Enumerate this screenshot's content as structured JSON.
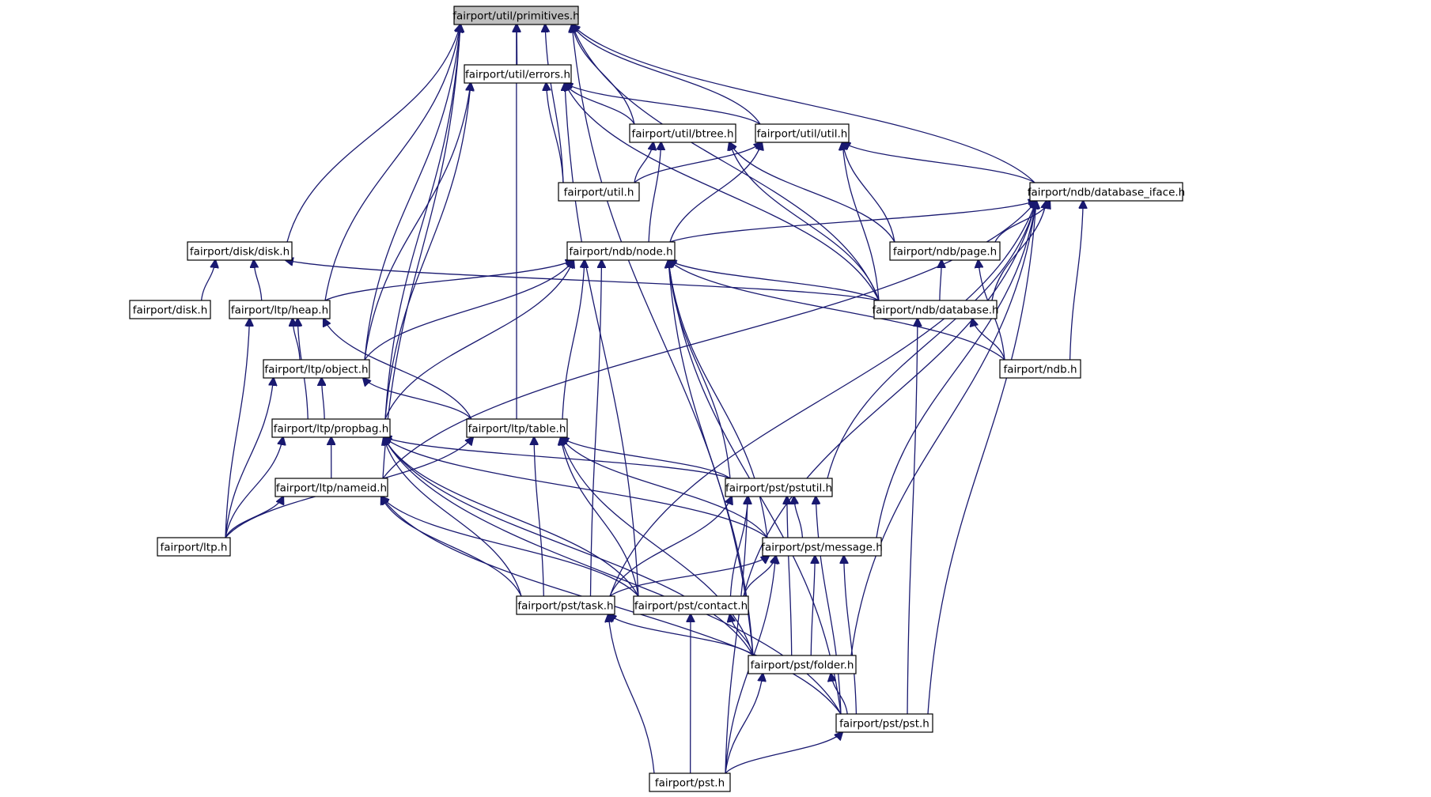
{
  "diagram": {
    "type": "include-dependency-graph",
    "edge_color": "#191970",
    "root_fill": "#bfbfbf",
    "nodes": [
      {
        "id": "primitives",
        "label": "fairport/util/primitives.h"
      },
      {
        "id": "errors",
        "label": "fairport/util/errors.h"
      },
      {
        "id": "btree",
        "label": "fairport/util/btree.h"
      },
      {
        "id": "util_h",
        "label": "fairport/util/util.h"
      },
      {
        "id": "util_top",
        "label": "fairport/util.h"
      },
      {
        "id": "database_iface",
        "label": "fairport/ndb/database_iface.h"
      },
      {
        "id": "disk_disk",
        "label": "fairport/disk/disk.h"
      },
      {
        "id": "node",
        "label": "fairport/ndb/node.h"
      },
      {
        "id": "page",
        "label": "fairport/ndb/page.h"
      },
      {
        "id": "disk_top",
        "label": "fairport/disk.h"
      },
      {
        "id": "heap",
        "label": "fairport/ltp/heap.h"
      },
      {
        "id": "database",
        "label": "fairport/ndb/database.h"
      },
      {
        "id": "object",
        "label": "fairport/ltp/object.h"
      },
      {
        "id": "ndb_top",
        "label": "fairport/ndb.h"
      },
      {
        "id": "propbag",
        "label": "fairport/ltp/propbag.h"
      },
      {
        "id": "table",
        "label": "fairport/ltp/table.h"
      },
      {
        "id": "nameid",
        "label": "fairport/ltp/nameid.h"
      },
      {
        "id": "pstutil",
        "label": "fairport/pst/pstutil.h"
      },
      {
        "id": "ltp_top",
        "label": "fairport/ltp.h"
      },
      {
        "id": "message",
        "label": "fairport/pst/message.h"
      },
      {
        "id": "task",
        "label": "fairport/pst/task.h"
      },
      {
        "id": "contact",
        "label": "fairport/pst/contact.h"
      },
      {
        "id": "folder",
        "label": "fairport/pst/folder.h"
      },
      {
        "id": "pst_h",
        "label": "fairport/pst/pst.h"
      },
      {
        "id": "pst_top",
        "label": "fairport/pst.h"
      }
    ],
    "edges": [
      [
        "errors",
        "primitives"
      ],
      [
        "btree",
        "primitives"
      ],
      [
        "util_h",
        "primitives"
      ],
      [
        "util_top",
        "primitives"
      ],
      [
        "database_iface",
        "primitives"
      ],
      [
        "disk_disk",
        "primitives"
      ],
      [
        "heap",
        "primitives"
      ],
      [
        "object",
        "primitives"
      ],
      [
        "propbag",
        "primitives"
      ],
      [
        "table",
        "primitives"
      ],
      [
        "nameid",
        "primitives"
      ],
      [
        "database",
        "primitives"
      ],
      [
        "folder",
        "primitives"
      ],
      [
        "btree",
        "errors"
      ],
      [
        "util_h",
        "errors"
      ],
      [
        "util_top",
        "errors"
      ],
      [
        "object",
        "errors"
      ],
      [
        "propbag",
        "errors"
      ],
      [
        "database",
        "errors"
      ],
      [
        "contact",
        "errors"
      ],
      [
        "util_top",
        "btree"
      ],
      [
        "node",
        "btree"
      ],
      [
        "page",
        "btree"
      ],
      [
        "database",
        "btree"
      ],
      [
        "util_top",
        "util_h"
      ],
      [
        "database_iface",
        "util_h"
      ],
      [
        "node",
        "util_h"
      ],
      [
        "page",
        "util_h"
      ],
      [
        "database",
        "util_h"
      ],
      [
        "node",
        "database_iface"
      ],
      [
        "page",
        "database_iface"
      ],
      [
        "database",
        "database_iface"
      ],
      [
        "ndb_top",
        "database_iface"
      ],
      [
        "nameid",
        "database_iface"
      ],
      [
        "pstutil",
        "database_iface"
      ],
      [
        "message",
        "database_iface"
      ],
      [
        "task",
        "database_iface"
      ],
      [
        "contact",
        "database_iface"
      ],
      [
        "folder",
        "database_iface"
      ],
      [
        "pst_h",
        "database_iface"
      ],
      [
        "disk_top",
        "disk_disk"
      ],
      [
        "heap",
        "disk_disk"
      ],
      [
        "database",
        "disk_disk"
      ],
      [
        "heap",
        "node"
      ],
      [
        "object",
        "node"
      ],
      [
        "propbag",
        "node"
      ],
      [
        "table",
        "node"
      ],
      [
        "pstutil",
        "node"
      ],
      [
        "message",
        "node"
      ],
      [
        "task",
        "node"
      ],
      [
        "folder",
        "node"
      ],
      [
        "database",
        "node"
      ],
      [
        "ndb_top",
        "node"
      ],
      [
        "pst_h",
        "node"
      ],
      [
        "database",
        "page"
      ],
      [
        "ndb_top",
        "page"
      ],
      [
        "ndb_top",
        "database"
      ],
      [
        "pst_h",
        "database"
      ],
      [
        "object",
        "heap"
      ],
      [
        "propbag",
        "heap"
      ],
      [
        "table",
        "heap"
      ],
      [
        "ltp_top",
        "heap"
      ],
      [
        "propbag",
        "object"
      ],
      [
        "table",
        "object"
      ],
      [
        "ltp_top",
        "object"
      ],
      [
        "nameid",
        "propbag"
      ],
      [
        "ltp_top",
        "propbag"
      ],
      [
        "pstutil",
        "propbag"
      ],
      [
        "message",
        "propbag"
      ],
      [
        "task",
        "propbag"
      ],
      [
        "contact",
        "propbag"
      ],
      [
        "folder",
        "propbag"
      ],
      [
        "pst_h",
        "propbag"
      ],
      [
        "ltp_top",
        "table"
      ],
      [
        "pstutil",
        "table"
      ],
      [
        "message",
        "table"
      ],
      [
        "task",
        "table"
      ],
      [
        "contact",
        "table"
      ],
      [
        "folder",
        "table"
      ],
      [
        "ltp_top",
        "nameid"
      ],
      [
        "task",
        "nameid"
      ],
      [
        "contact",
        "nameid"
      ],
      [
        "pst_h",
        "nameid"
      ],
      [
        "message",
        "pstutil"
      ],
      [
        "task",
        "pstutil"
      ],
      [
        "contact",
        "pstutil"
      ],
      [
        "folder",
        "pstutil"
      ],
      [
        "pst_h",
        "pstutil"
      ],
      [
        "pst_top",
        "pstutil"
      ],
      [
        "task",
        "message"
      ],
      [
        "contact",
        "message"
      ],
      [
        "folder",
        "message"
      ],
      [
        "pst_h",
        "message"
      ],
      [
        "pst_top",
        "message"
      ],
      [
        "folder",
        "task"
      ],
      [
        "pst_top",
        "task"
      ],
      [
        "folder",
        "contact"
      ],
      [
        "pst_top",
        "contact"
      ],
      [
        "pst_h",
        "folder"
      ],
      [
        "pst_top",
        "folder"
      ],
      [
        "pst_top",
        "pst_h"
      ]
    ]
  }
}
